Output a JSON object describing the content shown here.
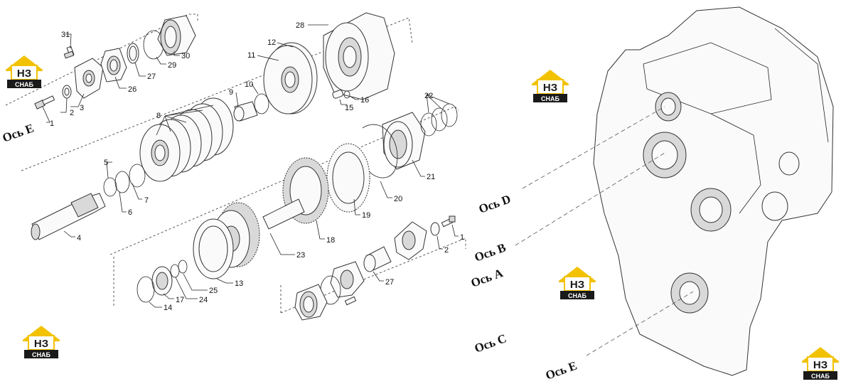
{
  "logos": [
    {
      "id": "logo-1",
      "top": "НЗ",
      "bottom": "СНАБ",
      "color": "#f2c200",
      "dark": "#1a1a1a"
    },
    {
      "id": "logo-2",
      "top": "НЗ",
      "bottom": "СНАБ",
      "color": "#f2c200",
      "dark": "#1a1a1a"
    },
    {
      "id": "logo-3",
      "top": "НЗ",
      "bottom": "СНАБ",
      "color": "#f2c200",
      "dark": "#1a1a1a"
    },
    {
      "id": "logo-4",
      "top": "НЗ",
      "bottom": "СНАБ",
      "color": "#f2c200",
      "dark": "#1a1a1a"
    },
    {
      "id": "logo-5",
      "top": "НЗ",
      "bottom": "СНАБ",
      "color": "#f2c200",
      "dark": "#1a1a1a"
    }
  ],
  "axis_labels": {
    "axis_e_left": "Ось E",
    "axis_d": "Ось D",
    "axis_b": "Ось B",
    "axis_a": "Ось A",
    "axis_c": "Ось C",
    "axis_e_right": "Ось E"
  },
  "part_numbers": {
    "p1a": "1",
    "p2a": "2",
    "p3": "3",
    "p31": "31",
    "p26": "26",
    "p27a": "27",
    "p29": "29",
    "p30": "30",
    "p28": "28",
    "p12": "12",
    "p11": "11",
    "p10": "10",
    "p9": "9",
    "p8": "8",
    "p16": "16",
    "p15": "15",
    "p22": "22",
    "p21": "21",
    "p20": "20",
    "p19": "19",
    "p18": "18",
    "p5": "5",
    "p6": "6",
    "p7": "7",
    "p4": "4",
    "p23": "23",
    "p13": "13",
    "p25": "25",
    "p24": "24",
    "p17": "17",
    "p14": "14",
    "p27b": "27",
    "p1b": "1",
    "p2b": "2"
  }
}
